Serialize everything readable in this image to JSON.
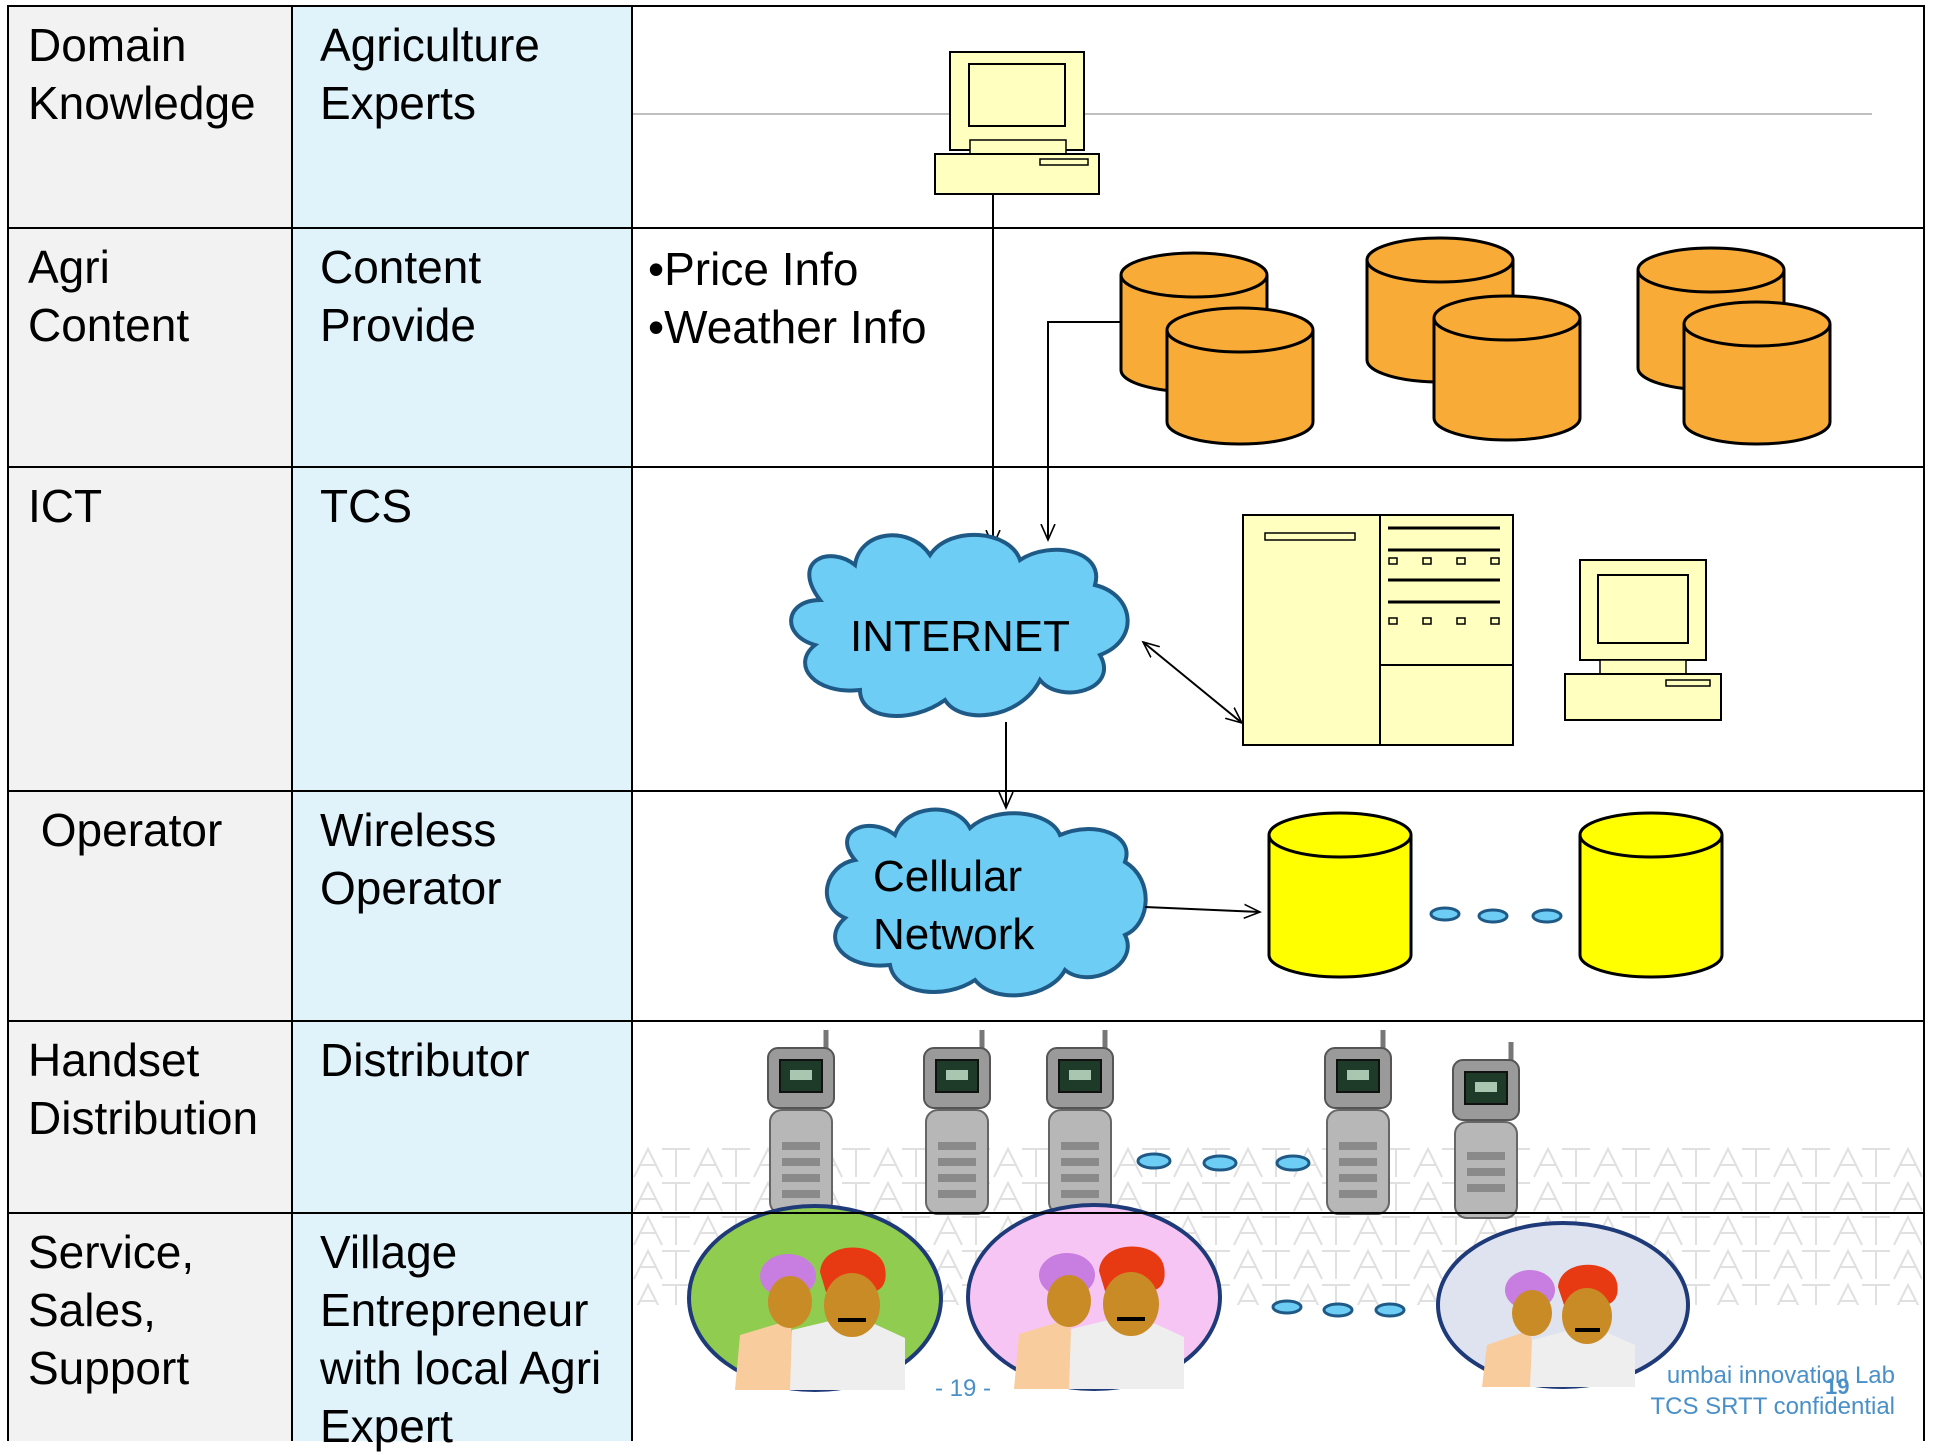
{
  "rows": [
    {
      "role": "Domain\nKnowledge",
      "actor": "Agriculture\nExperts"
    },
    {
      "role": "Agri\nContent",
      "actor": "Content\nProvide"
    },
    {
      "role": "ICT",
      "actor": "TCS"
    },
    {
      "role": " Operator",
      "actor": "Wireless\nOperator"
    },
    {
      "role": "Handset\nDistribution",
      "actor": "Distributor"
    },
    {
      "role": "Service,\nSales,\nSupport",
      "actor": "Village\nEntrepreneur\nwith local Agri\nExpert"
    }
  ],
  "content_items": [
    "•Price Info",
    "•Weather  Info"
  ],
  "internet_label": "INTERNET",
  "cellular_label": "Cellular\nNetwork",
  "footer": {
    "page": "- 19 -",
    "page_number": "19",
    "lab": "umbai innovation Lab",
    "confidential": "TCS SRTT confidential"
  },
  "colors": {
    "role_bg": "#f2f2f2",
    "actor_bg": "#e0f3fb",
    "db_orange": "#f9ab38",
    "db_yellow": "#ffff00",
    "cloud_blue": "#6dcdf4",
    "computer_fill": "#ffffc0",
    "footer_blue": "#4a90c8"
  }
}
